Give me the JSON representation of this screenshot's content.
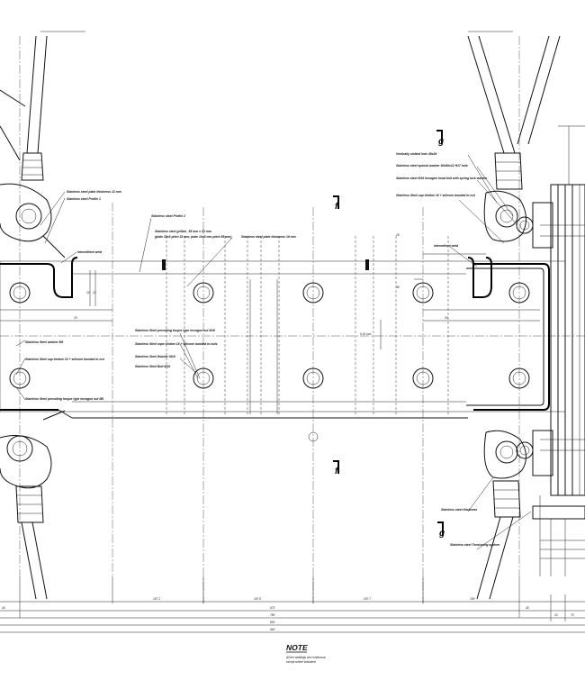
{
  "drawing": {
    "section_marks": [
      {
        "label": "f",
        "id": "f-top"
      },
      {
        "label": "f",
        "id": "f-bottom"
      },
      {
        "label": "g",
        "id": "g-top"
      },
      {
        "label": "g",
        "id": "g-bottom"
      }
    ],
    "callouts": {
      "plate12": "Stainless steel plate thickness 12 mm",
      "profile1": "Stainless steel Profile 1",
      "intermittent_left": "Intermittent weld",
      "washer_m8": "Stainless Steel washer M8",
      "cap_tristine_left": "Stainless Steel cap tristine 10 + silicone bonded to nut",
      "prevailing_left": "Stainless Steel prevailing torque type hexagon nut M8",
      "profile2": "Stainless steel Profile 2",
      "grilled": "Stainless steel grilled , 55 mm x 33 mm",
      "grilled_detail": "(plate 25x5 pitch 33 mm, plate 10x5 mm pitch 55 mm)",
      "plate16": "Stainless steel plate thickness 16 mm",
      "prevailing_mid": "Stainless Steel prevailing torque type hexagon nut M16",
      "cap_tristine_mid": "Stainless Steel cape tristine 16 + silicone bonded to nuts",
      "washer_m16": "Stainless Steel Washer M16",
      "bolt_m16": "Stainless Steel Bolt M16",
      "slotted_hole": "Vertically slotted hole 49x26",
      "special_washer": "Stainless steel special washer 60x60x12 H17 hole",
      "hex_bolt": "Stainless steel M16 hexagon head bolt with spring lock washer",
      "cap_tristine_right": "Stainless Steel cap tristine 16 + silicone bonded to nut",
      "intermittent_right": "Intermittent weld",
      "steel_thickness": "Stainless steel thickness",
      "tensioning": "Stainless steel Tensioning system"
    },
    "dimensions": {
      "spacing_a": "167.2",
      "spacing_b": "167.6",
      "spacing_c": "167.7",
      "end_right": "109",
      "total_inner": "673",
      "total_mid": "780",
      "total_outer": "830",
      "total_overall": "940",
      "height_mid": "h 15 mm",
      "left_40": "40",
      "right_40": "40",
      "right_15": "15",
      "right_70": "70",
      "d20_left": "20",
      "d20_right": "20",
      "d10": "10",
      "d12": "12",
      "d26": "26",
      "d38": "38"
    },
    "note": {
      "title": "NOTE",
      "line1": "All the weldings are continuous",
      "line2": "except where indicated"
    }
  }
}
